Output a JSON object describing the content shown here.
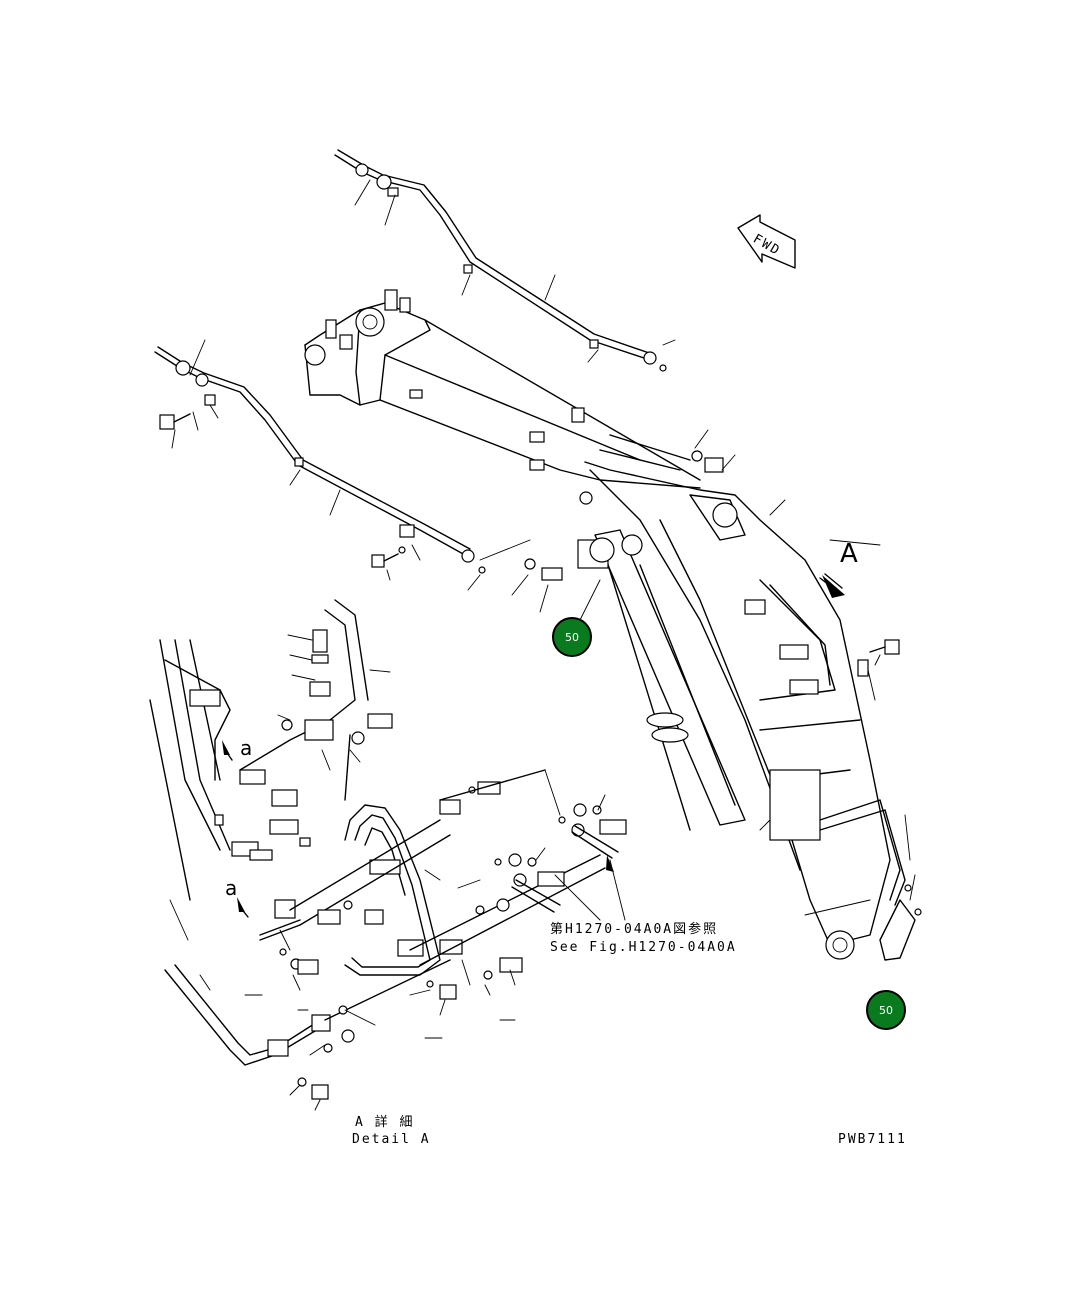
{
  "labels": {
    "fwd": "FWD",
    "view_a": "A",
    "arrow_a1": "a",
    "arrow_a2": "a",
    "ref_jp": "第H1270-04A0A図参照",
    "ref_en": "See Fig.H1270-04A0A",
    "detail_jp": "A 詳 細",
    "detail_en": "Detail A",
    "drawing_no": "PWB7111"
  },
  "callouts": [
    {
      "id": "callout-1",
      "label": "50"
    },
    {
      "id": "callout-2",
      "label": "50"
    }
  ]
}
